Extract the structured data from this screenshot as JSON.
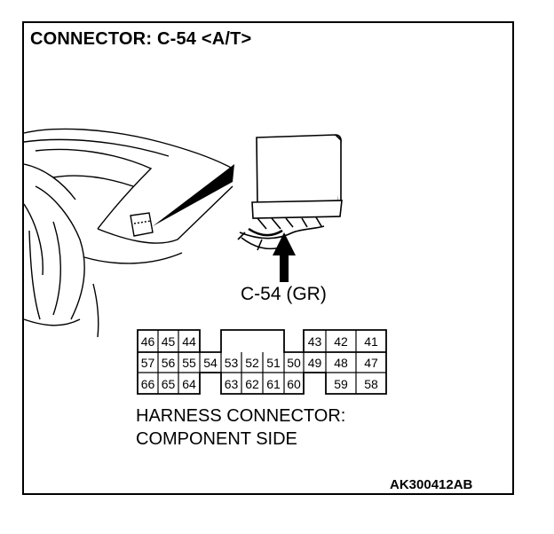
{
  "title": "CONNECTOR: C-54 <A/T>",
  "callout_label": "C-54 (GR)",
  "harness_label": {
    "line1": "HARNESS CONNECTOR:",
    "line2": "COMPONENT SIDE"
  },
  "figure_code": "AK300412AB",
  "pins": {
    "row1_left": [
      "46",
      "45",
      "44"
    ],
    "row1_right": [
      "43",
      "42",
      "41"
    ],
    "row2": [
      "57",
      "56",
      "55",
      "54",
      "53",
      "52",
      "51",
      "50",
      "49",
      "48",
      "47"
    ],
    "row3_left": [
      "66",
      "65",
      "64"
    ],
    "row3_mid": [
      "63",
      "62",
      "61",
      "60"
    ],
    "row3_right": [
      "59",
      "58"
    ]
  }
}
